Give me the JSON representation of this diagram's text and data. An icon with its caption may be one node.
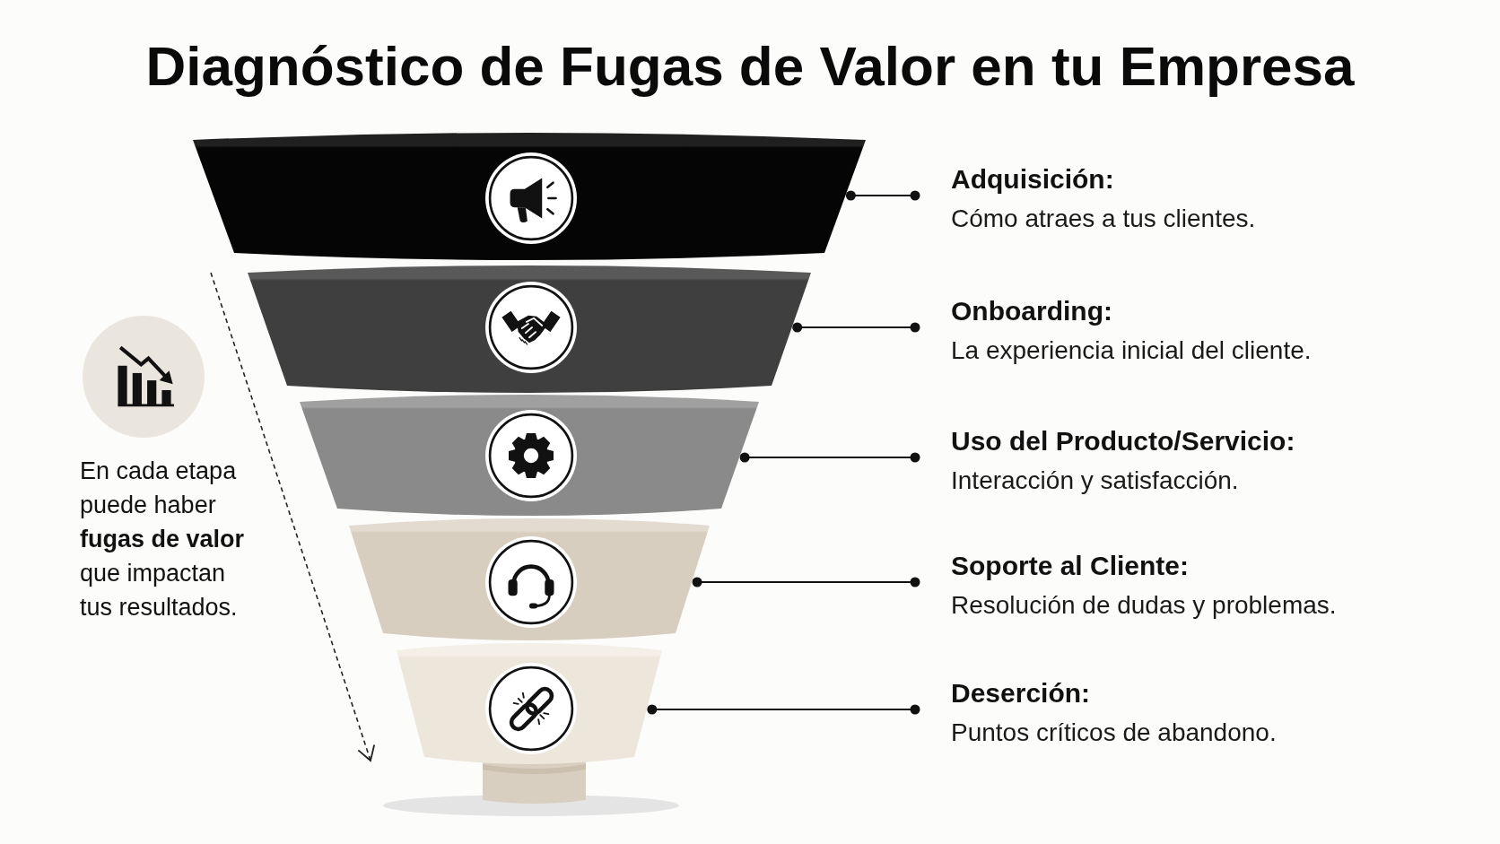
{
  "diagram": {
    "title": "Diagnóstico de Fugas de Valor en tu Empresa",
    "nodes": [
      {
        "text": [],
        "shape": "trapezoid"
      },
      {
        "text": [],
        "shape": "trapezoid"
      },
      {
        "text": [],
        "shape": "trapezoid"
      },
      {
        "text": [],
        "shape": "trapezoid"
      },
      {
        "text": [],
        "shape": "trapezoid"
      },
      {
        "text": [
          "Adquisición:",
          "Cómo atraes a tus clientes."
        ]
      },
      {
        "text": [
          "Onboarding:",
          "La experiencia inicial del cliente."
        ]
      },
      {
        "text": [
          "Uso del Producto/Servicio:",
          "Interacción y satisfacción."
        ]
      },
      {
        "text": [
          "Soporte al Cliente:",
          "Resolución de dudas y problemas."
        ]
      },
      {
        "text": [
          "Deserción:",
          "Puntos críticos de abandono."
        ]
      }
    ],
    "edges": [
      {
        "from": 0,
        "to": 5,
        "arrow": "other"
      },
      {
        "from": 1,
        "to": 6,
        "arrow": "other"
      },
      {
        "from": 2,
        "to": 7,
        "arrow": "other"
      },
      {
        "from": 3,
        "to": 8,
        "arrow": "other"
      },
      {
        "from": 4,
        "to": 9,
        "arrow": "other"
      }
    ],
    "labels": [
      "En cada etapa puede haber **fugas de valor** que impactan tus resultados."
    ]
  }
}
